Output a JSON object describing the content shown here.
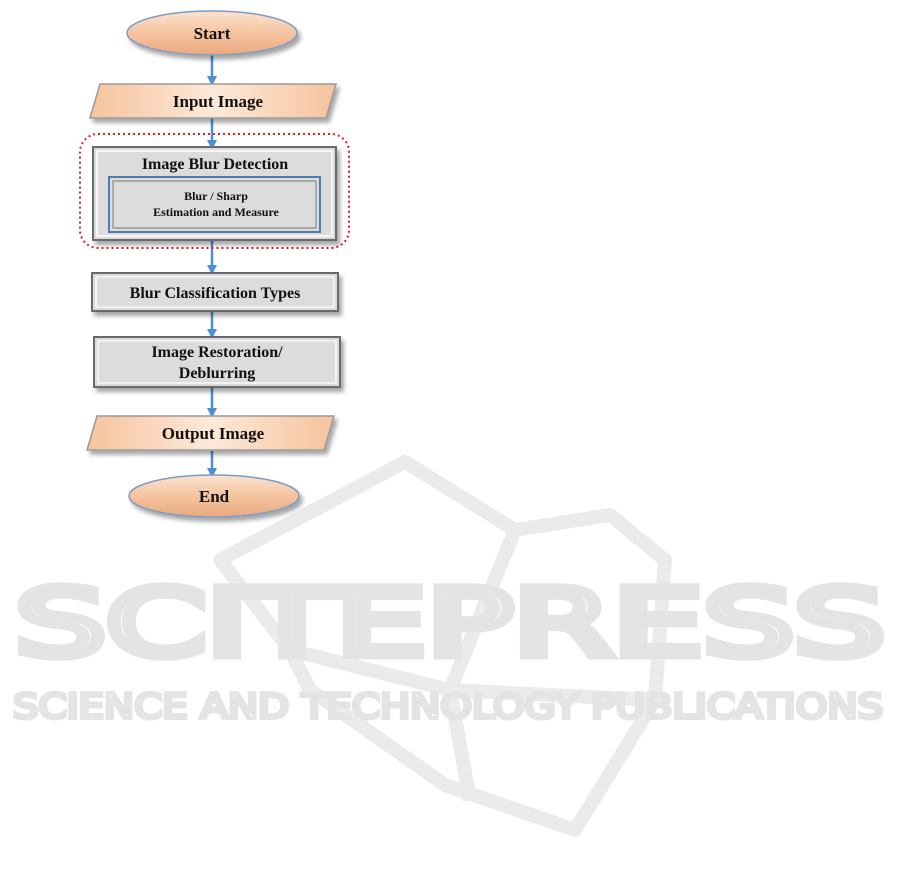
{
  "flowchart": {
    "start": "Start",
    "input": "Input Image",
    "detection": {
      "title": "Image Blur Detection",
      "sub_line1": "Blur / Sharp",
      "sub_line2": "Estimation and Measure"
    },
    "classification": "Blur Classification Types",
    "restoration_line1": "Image Restoration/",
    "restoration_line2": "Deblurring",
    "output": "Output Image",
    "end": "End"
  },
  "watermark": {
    "brand": "SCITEPRESS",
    "tagline": "SCIENCE AND TECHNOLOGY PUBLICATIONS"
  },
  "colors": {
    "terminal_fill": "#f6c9a6",
    "box_fill": "#dcdcdc",
    "arrow": "#4f8fd6",
    "highlight_border": "#e02020",
    "watermark": "#e4e4e4"
  }
}
